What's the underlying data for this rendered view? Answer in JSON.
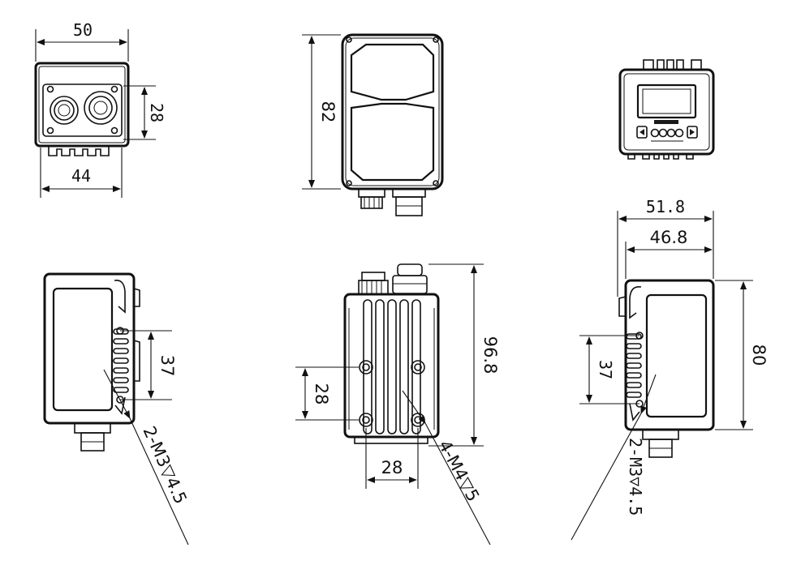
{
  "dimensions": {
    "top_left_width": "50",
    "top_left_height": "28",
    "top_left_base": "44",
    "front_height": "82",
    "side_width_outer": "51.8",
    "side_width_inner": "46.8",
    "side_height": "80",
    "left_side_spacing": "37",
    "left_side_thread": "2-M3▽4.5",
    "bottom_center_spacing_v": "28",
    "bottom_center_spacing_h": "28",
    "bottom_center_height": "96.8",
    "bottom_center_thread": "4-M4▽5",
    "right_side_spacing": "37",
    "right_side_thread": "2-M3▽4.5"
  },
  "colors": {
    "line": "#111111",
    "background": "#ffffff"
  }
}
